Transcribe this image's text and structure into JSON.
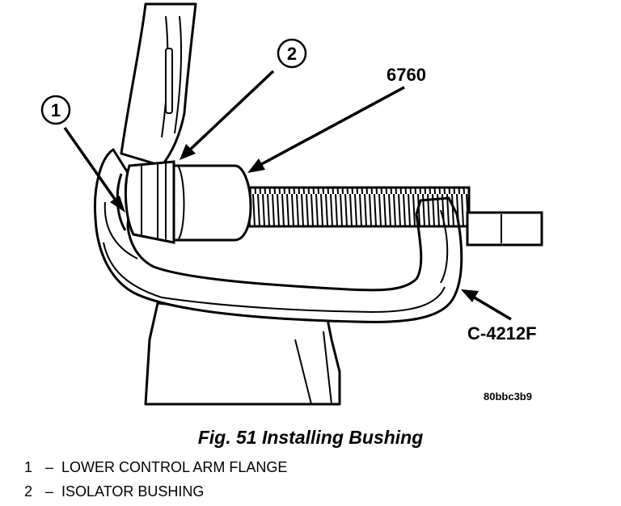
{
  "callouts": [
    "1",
    "2"
  ],
  "labels": {
    "tool_6760": "6760",
    "tool_c4212f": "C-4212F"
  },
  "image_id": "80bbc3b9",
  "caption": "Fig. 51 Installing Bushing",
  "legend": [
    {
      "num": "1",
      "sep": "–",
      "text": "LOWER CONTROL ARM FLANGE"
    },
    {
      "num": "2",
      "sep": "–",
      "text": "ISOLATOR BUSHING"
    }
  ]
}
